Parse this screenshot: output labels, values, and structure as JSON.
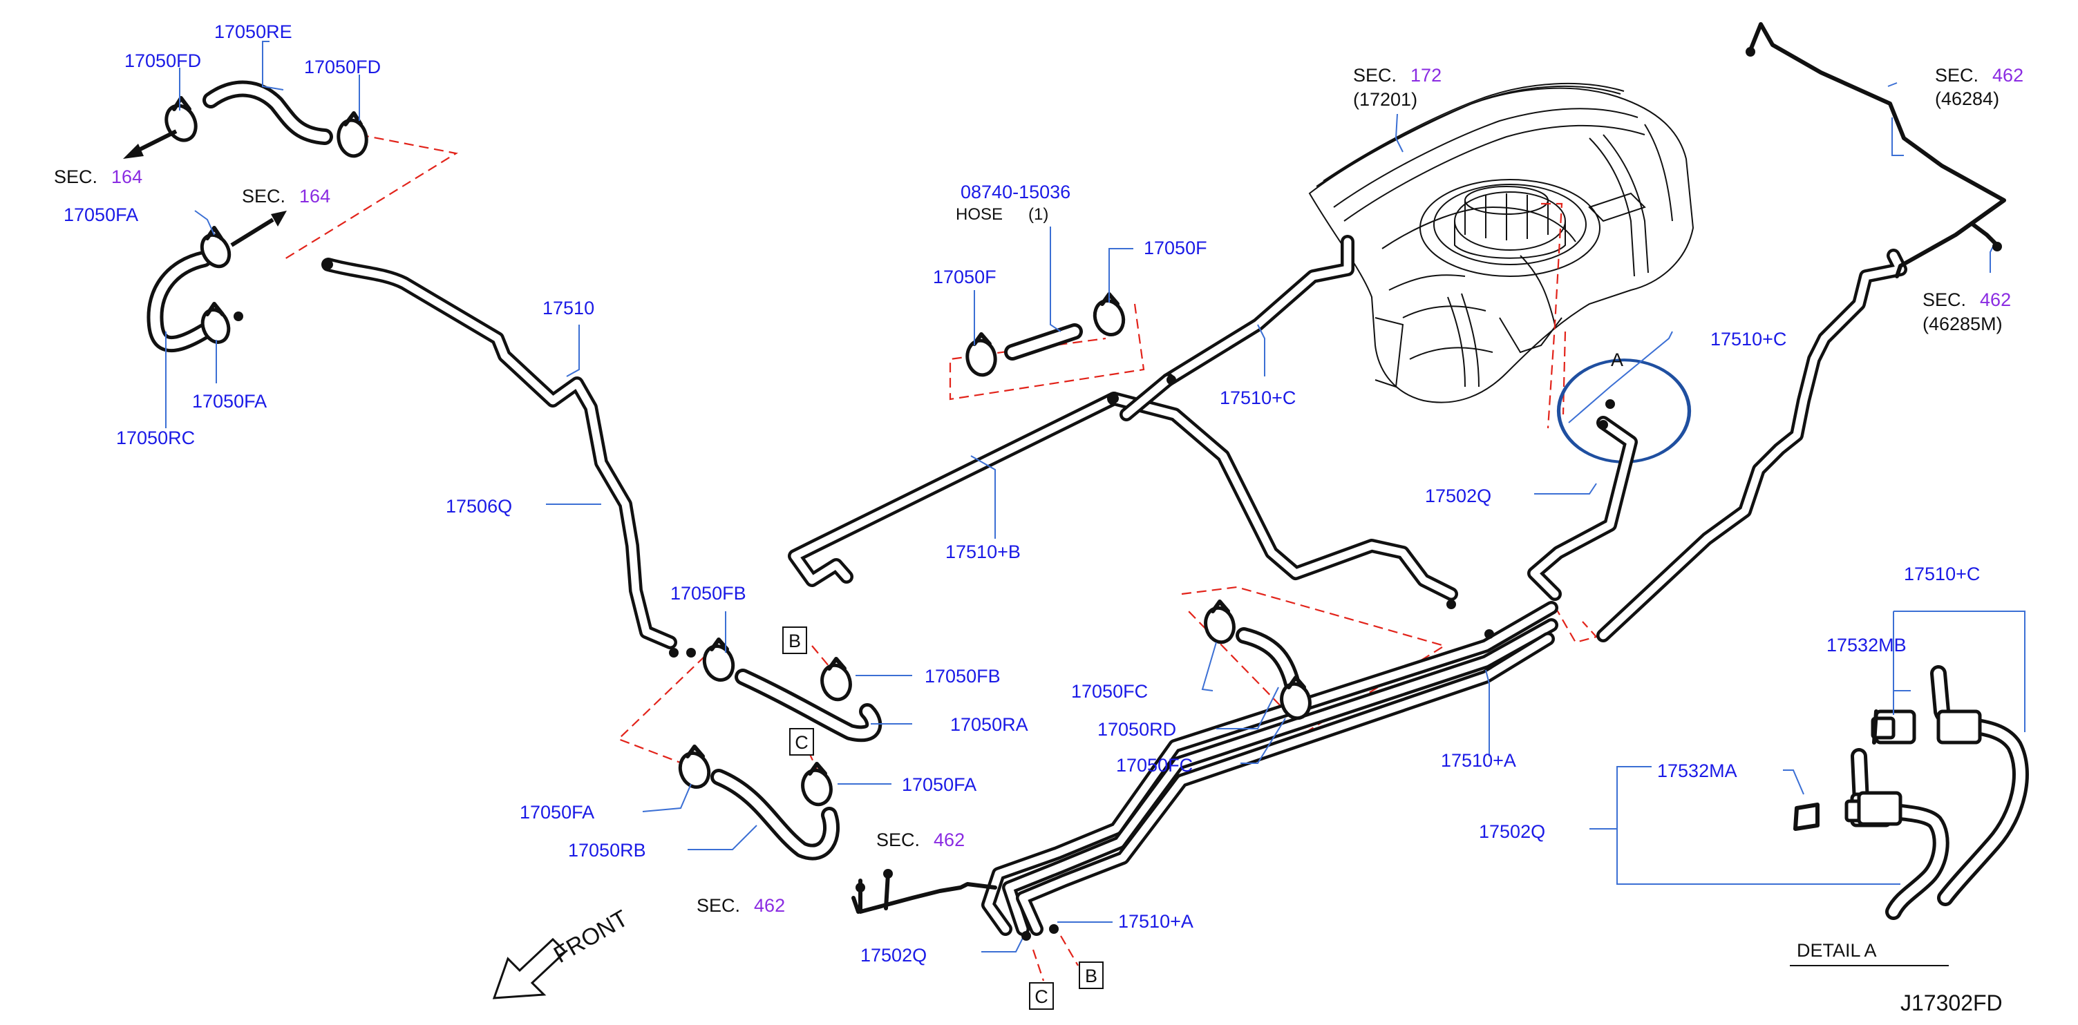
{
  "diagram_id": "J17302FD",
  "front_label": "FRONT",
  "detail_label": "DETAIL A",
  "sec_refs": {
    "sec164_a": {
      "prefix": "SEC.",
      "num": "164"
    },
    "sec164_b": {
      "prefix": "SEC.",
      "num": "164"
    },
    "sec172": {
      "prefix": "SEC.",
      "num": "172",
      "sub": "(17201)"
    },
    "sec462_a": {
      "prefix": "SEC.",
      "num": "462",
      "sub": "(46284)"
    },
    "sec462_b": {
      "prefix": "SEC.",
      "num": "462",
      "sub": "(46285M)"
    },
    "sec462_c": {
      "prefix": "SEC.",
      "num": "462"
    },
    "sec462_d": {
      "prefix": "SEC.",
      "num": "462"
    }
  },
  "hose_part": {
    "number": "08740-15036",
    "name": "HOSE",
    "qty": "(1)"
  },
  "parts": {
    "p17050RE": "17050RE",
    "p17050FD_a": "17050FD",
    "p17050FD_b": "17050FD",
    "p17050FA_a": "17050FA",
    "p17050FA_b": "17050FA",
    "p17050RC": "17050RC",
    "p17510": "17510",
    "p17506Q": "17506Q",
    "p17050F_a": "17050F",
    "p17050F_b": "17050F",
    "p17510B": "17510+B",
    "p17510C_a": "17510+C",
    "p17510C_b": "17510+C",
    "p17510C_c": "17510+C",
    "p17502Q_a": "17502Q",
    "p17502Q_b": "17502Q",
    "p17502Q_c": "17502Q",
    "p17050FB_a": "17050FB",
    "p17050FB_b": "17050FB",
    "p17050RA": "17050RA",
    "p17050FA_c": "17050FA",
    "p17050FA_d": "17050FA",
    "p17050RB": "17050RB",
    "p17050FC_a": "17050FC",
    "p17050FC_b": "17050FC",
    "p17050RD": "17050RD",
    "p17510A_a": "17510+A",
    "p17510A_b": "17510+A",
    "p17532MB": "17532MB",
    "p17532MA": "17532MA"
  },
  "markers": {
    "A": "A",
    "B1": "B",
    "B2": "B",
    "C1": "C",
    "C2": "C"
  },
  "colors": {
    "part_label": "#1a1ae6",
    "section_number": "#8a2be2",
    "leader": "#3b6fd4",
    "dashed": "#e2231a",
    "circle": "#1f4fa0"
  }
}
